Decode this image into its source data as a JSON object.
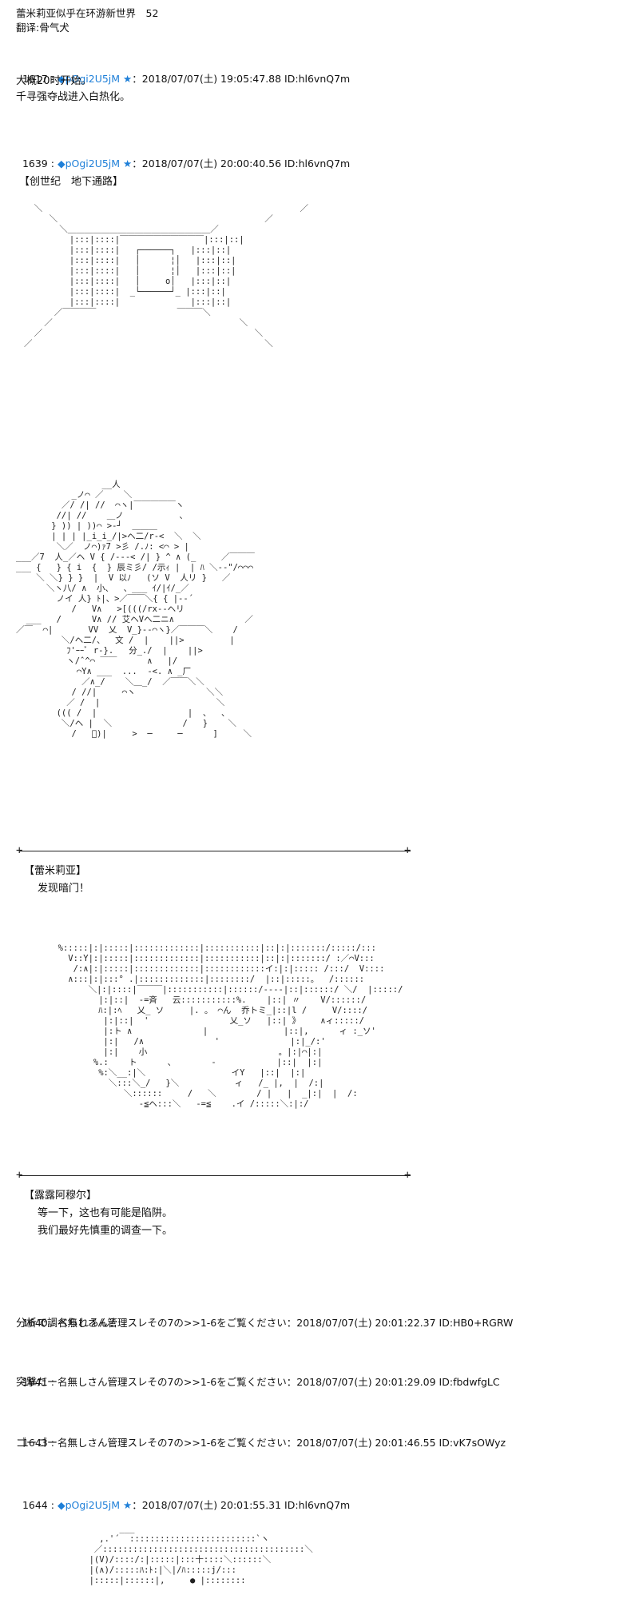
{
  "title": "蕾米莉亚似乎在环游新世界　52",
  "translator": "翻译:骨气犬",
  "posts": [
    {
      "num": "1617",
      "name_diamond": "◆",
      "name_trip": "pOgi2U5jM",
      "star": "★",
      "sep": "：",
      "date": "2018/07/07(土) 19:05:47.88 ID:hl6vnQ7m",
      "body": [
        "大概20时开始。",
        "千寻强夺战进入白热化。"
      ]
    },
    {
      "num": "1639",
      "name_diamond": "◆",
      "name_trip": "pOgi2U5jM",
      "star": "★",
      "sep": "：",
      "date": "2018/07/07(土) 20:00:40.56 ID:hl6vnQ7m"
    },
    {
      "num": "1640",
      "name": "名無しさん管理スレその7の>>1-6をご覧ください",
      "sep": "：",
      "date": "2018/07/07(土) 20:01:22.37 ID:HB0+RGRW",
      "body": [
        "分析で調べられるん？"
      ]
    },
    {
      "num": "1641",
      "name": "名無しさん管理スレその7の>>1-6をご覧ください",
      "sep": "：",
      "date": "2018/07/07(土) 20:01:29.09 ID:fbdwfgLC",
      "body": [
        "突撃だー"
      ]
    },
    {
      "num": "1643",
      "name": "名無しさん管理スレその7の>>1-6をご覧ください",
      "sep": "：",
      "date": "2018/07/07(土) 20:01:46.55 ID:vK7sOWyz",
      "body": [
        "ゴーゴー"
      ]
    },
    {
      "num": "1644",
      "name_diamond": "◆",
      "name_trip": "pOgi2U5jM",
      "star": "★",
      "sep": "：",
      "date": "2018/07/07(土) 20:01:55.31 ID:hl6vnQ7m"
    }
  ],
  "scene_caption": "【创世纪　地下通路】",
  "speaker1": "【蕾米莉亚】",
  "line1": "　发现暗门！",
  "speaker2": "【露露阿穆尔】",
  "line2a": "　等一下，这也有可能是陷阱。",
  "line2b": "　我们最好先慎重的调查一下。",
  "ascii_corridor": [
    "  ＼                                                   ／",
    "     ＼                                         ／",
    "       ＼＿＿＿＿＿＿＿＿＿＿＿＿＿＿＿＿＿／",
    "         |:::|::::|￣￣￣￣￣￣￣￣￣￣|:::|::|",
    "         |:::|::::|   ┌──────┐   |:::|::|",
    "         |:::|::::|   │      ¦│   |:::|::|",
    "         |:::|::::|   │      ¦│   |:::|::|",
    "         |:::|::::|   │     o│   |:::|::|",
    "         |:::|::::|  _└──────┘_ |:::|::|",
    "         |:::|::::|              |:::|::|",
    "      ／￣￣￣￣                ￣￣￣＼",
    "    ／                                     ＼",
    "  ／                                          ＼",
    "／                                              ＼"
  ],
  "ascii_girl": [
    "                 __人",
    "           _ノ⌒ ／    ＼",
    "         ／/ /| //  ⌒ヽ|￣￣￣￣￣ヽ",
    "        //| //    ＿ノ           、",
    "       } )) | ))⌒ >‐┘  ＿＿＿",
    "       | | | |_i_i_/|>ヘ二/r‐<  ＼  ＼",
    "        ＼／  ノ⌒)ｧ7 >彡 /.ﾉ: <⌒ > |",
    "___／7  人_／ヘ V { /‐‐‐< /| } ^ ∧ (_     ／￣￣￣",
    "___ {   } { i  {  } 辰ミ彡/ /示ｨ |  | ﾊ ＼‐‐\"/⌒⌒⌒",
    "    ＼ ＼} } }  |  V 以ﾉ   (ソ V  人リ }   ／",
    "      ＼ヽ八/ ∧  小、  、___ ｲ/|ｲ/_／",
    "        ノイ 人} ﾄ|、>／￣￣＼{ { |‐‐´",
    "           /   V∧   >[(((/rx‐‐ヘリ",
    "  ___   /      V∧ // 艾ヘVヘ二ニ∧              ／",
    "／￣  ⌒|       VV  乂  V_}‐‐⌒ヽ}／￣￣￣＼    /",
    "         ＼/ヘ二/、  文 /  |    ||>         |",
    "          ﾌ'ｰｰﾞ r‐}.   分_./  |    ||>",
    "          ヽ/ˆ^⌒ ￣￣      ∧   |/",
    "            ⌒Y∧ ___  ...  -<. ∧ _厂",
    "             ／∧_/    ＼＿_/  ／￣￣＼＼",
    "           / //|     ⌒ヽ              ＼＼",
    "          ／ /  |                       ＼",
    "        ((( /  |                  |  、  、",
    "         ＼/ヘ |  ＼              /   }    ＼",
    "           /   ﾞ)|     >  ─     ─      ]     ＼"
  ],
  "ascii_face": [
    "  %:::::|:|:::::|:::::::::::::|:::::::::::|::|:|:::::::/:::::/:::",
    "    V::Y|:|:::::|:::::::::::::|:::::::::::|::|:|:::::::/ :／⌒V:::",
    "     /:∧|:|:::::|:::::::::::::|::::::::::::イ:|:|::::: /:::/  V::::",
    "    ∧:::|:|:::° .|:::::::::::::|::::::::/  |::|:::::。  /::::::",
    "        ＼|:|::::|￣￣￣|:::::::::::|::::::/‐‐‐‐|::|::::::/ ＼/  |:::::/",
    "          |:|::|  -=斉   云:::::::::::%.    |::| 〃    V/::::::/",
    "          ﾊ:|:ﾍ   乂_ ソ     |. 。 ⌒ん  乔トミ_|::|l /     V/::::/",
    "           |:|::|  '                乂_ソ   |::| 》    ∧ィ:::::/",
    "           |:ト ∧              |               |::|,      ィ :_ソ'",
    "           |:|   /∧              '              |:|_/:'",
    "           |:|    小                          。|:|⌒|:|",
    "         %.:    ト      、       -            |::|  |:|",
    "          %:＼__:|＼                 イY   |::|  |:|",
    "            ＼:::＼_/   }＼           ィ   /_ |,  |  /:|",
    "               ＼::::::     /   ＼        / |   |  _|:|  |  /:",
    "                  -≦ヘ:::＼   -=≦    .イ /:::::＼:|:/"
  ],
  "ascii_bottom": [
    "           ___",
    "       ,.'´  :::::::::::::::::::::::::`ヽ",
    "      ／::::::::::::::::::::::::::::::::::::::::＼",
    "     |(V)/::::/:|:::::|:::十::::＼::::::＼",
    "     |(∧)/:::::ﾊ:ﾄ:|＼|/ﾊ:::::j/:::",
    "     |:::::|::::::|,     ● |::::::::"
  ]
}
